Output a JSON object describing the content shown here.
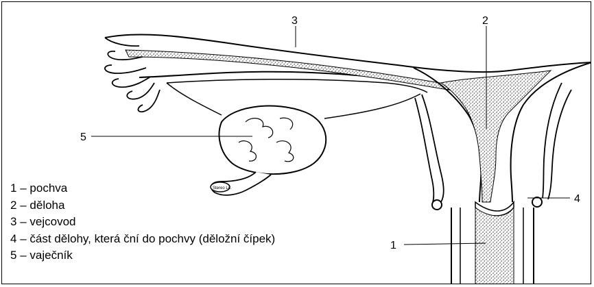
{
  "labels": [
    {
      "number": "1"
    },
    {
      "number": "2"
    },
    {
      "number": "3"
    },
    {
      "number": "4"
    },
    {
      "number": "5"
    }
  ],
  "legend": [
    {
      "number": "1",
      "dash": "–",
      "text": "pochva"
    },
    {
      "number": "2",
      "dash": "–",
      "text": "děloha"
    },
    {
      "number": "3",
      "dash": "–",
      "text": "vejcovod"
    },
    {
      "number": "4",
      "dash": "–",
      "text": "část dělohy, která ční do pochvy (děložní čípek)"
    },
    {
      "number": "5",
      "dash": "–",
      "text": "vaječník"
    }
  ],
  "ligament_stamp": "Stereo Lit.",
  "colors": {
    "line": "#000000",
    "stipple": "#555555",
    "background": "#ffffff"
  }
}
